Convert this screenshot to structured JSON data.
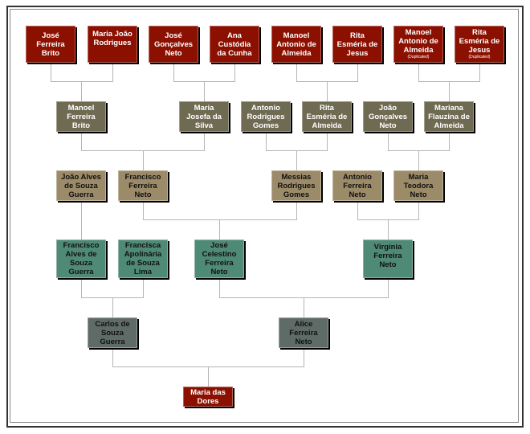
{
  "colors": {
    "gen1": "#8b1000",
    "gen2": "#6f6a52",
    "gen3": "#9c8b69",
    "gen4": "#4f8a76",
    "gen5": "#5f6b66",
    "root": "#8b1000",
    "connector": "#b5b5b5"
  },
  "people": {
    "jose_ferreira_brito": {
      "name": "José Ferreira Brito"
    },
    "maria_joao_rodrigues": {
      "name": "Maria João Rodrigues"
    },
    "jose_goncalves_neto_1": {
      "name": "José Gonçalves Neto"
    },
    "ana_custodia": {
      "name": "Ana Custódia da Cunha"
    },
    "manoel_antonio_1": {
      "name": "Manoel Antonio de Almeida"
    },
    "rita_esmeria_jesus_1": {
      "name": "Rita Esméria de Jesus"
    },
    "manoel_antonio_2": {
      "name": "Manoel Antonio de Almeida",
      "note": "(Duplicated)"
    },
    "rita_esmeria_jesus_2": {
      "name": "Rita Esméria de Jesus",
      "note": "(Duplicated)"
    },
    "manoel_ferreira_brito": {
      "name": "Manoel Ferreira Brito"
    },
    "maria_josefa": {
      "name": "Maria Josefa da Silva"
    },
    "antonio_rodrigues_gomes": {
      "name": "Antonio Rodrigues Gomes"
    },
    "rita_esmeria_almeida": {
      "name": "Rita Esméria de Almeida"
    },
    "joao_goncalves_neto": {
      "name": "João Gonçalves Neto"
    },
    "mariana_flauzina": {
      "name": "Mariana Flauzina de Almeida"
    },
    "joao_alves": {
      "name": "João Alves de Souza Guerra"
    },
    "francisco_ferreira_neto": {
      "name": "Francisco Ferreira Neto"
    },
    "messias": {
      "name": "Messias Rodrigues Gomes"
    },
    "antonio_ferreira_neto": {
      "name": "Antonio Ferreira Neto"
    },
    "maria_teodora": {
      "name": "Maria Teodora Neto"
    },
    "francisco_alves": {
      "name": "Francisco Alves de Souza Guerra"
    },
    "francisca_apolinaria": {
      "name": "Francisca Apolinária de Souza Lima"
    },
    "jose_celestino": {
      "name": "José Celestino Ferreira Neto"
    },
    "virginia": {
      "name": "Virgínia Ferreira Neto"
    },
    "carlos": {
      "name": "Carlos de Souza Guerra"
    },
    "alice": {
      "name": "Alice Ferreira Neto"
    },
    "maria_das_dores": {
      "name": "Maria das Dores"
    }
  }
}
